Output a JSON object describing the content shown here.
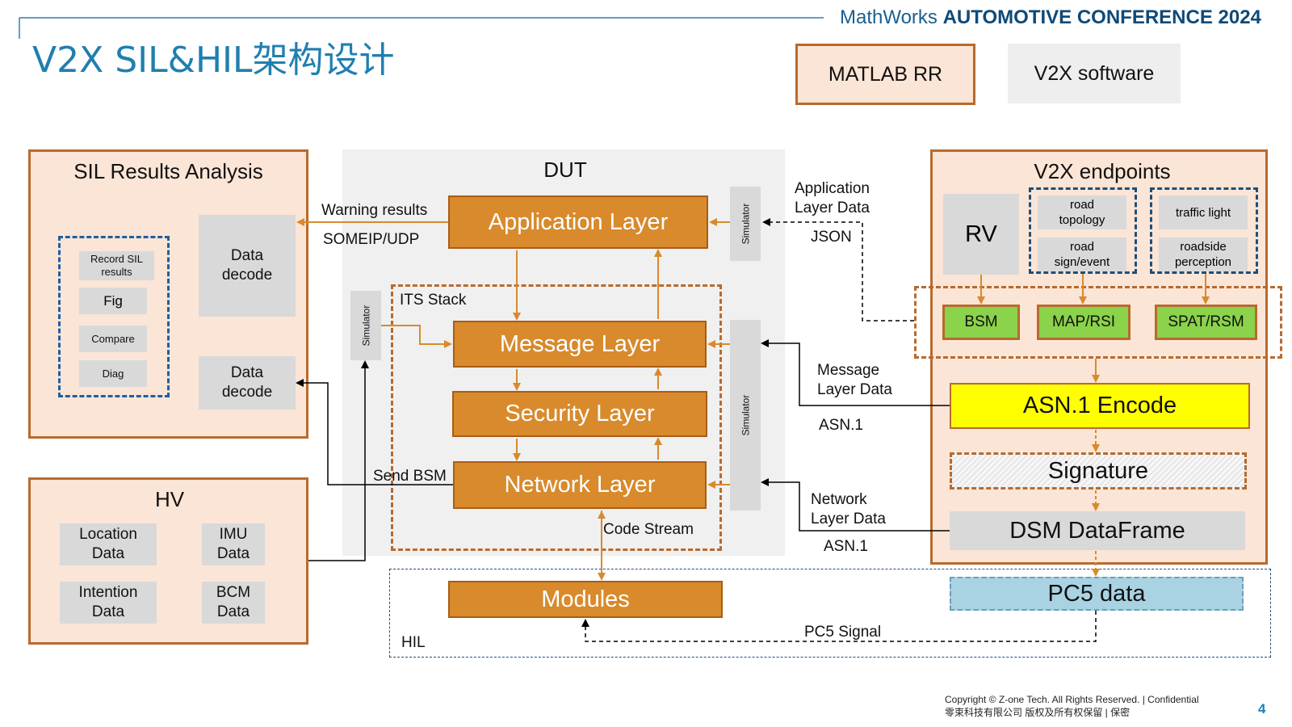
{
  "slide": {
    "title": "V2X SIL&HIL架构设计",
    "brand_prefix": "MathWorks",
    "brand_bold": "AUTOMOTIVE CONFERENCE 2024",
    "page_number": "4",
    "copyright_line1": "Copyright © Z-one Tech. All Rights Reserved. | Confidential",
    "copyright_line2": "零束科技有限公司 版权及所有权保留 | 保密"
  },
  "legend": {
    "matlab_rr": "MATLAB RR",
    "v2x_software": "V2X software"
  },
  "sil": {
    "title": "SIL Results Analysis",
    "items": [
      "Record SIL results",
      "Fig",
      "Compare",
      "Diag"
    ],
    "decode1": "Data decode",
    "decode2": "Data decode"
  },
  "hv": {
    "title": "HV",
    "items": [
      "Location Data",
      "IMU Data",
      "Intention Data",
      "BCM Data"
    ]
  },
  "dut": {
    "title": "DUT",
    "its_stack": "ITS Stack",
    "simulator": "Simulator",
    "application_layer": "Application Layer",
    "message_layer": "Message Layer",
    "security_layer": "Security Layer",
    "network_layer": "Network Layer"
  },
  "hil": {
    "label": "HIL",
    "modules": "Modules",
    "pc5_data": "PC5 data"
  },
  "v2x": {
    "title": "V2X endpoints",
    "rv": "RV",
    "road_topology": "road topology",
    "road_sign_event": "road sign/event",
    "traffic_light": "traffic light",
    "roadside_perception": "roadside perception",
    "bsm": "BSM",
    "map_rsi": "MAP/RSI",
    "spat_rsm": "SPAT/RSM",
    "asn_encode": "ASN.1 Encode",
    "signature": "Signature",
    "dsm_dataframe": "DSM DataFrame"
  },
  "labels": {
    "warning_results": "Warning results",
    "someip_udp": "SOMEIP/UDP",
    "app_layer_data": "Application Layer Data",
    "json": "JSON",
    "message_layer_data": "Message Layer Data",
    "asn1_a": "ASN.1",
    "network_layer_data": "Network Layer Data",
    "asn1_b": "ASN.1",
    "send_bsm": "Send BSM",
    "code_stream": "Code Stream",
    "pc5_signal": "PC5 Signal"
  },
  "colors": {
    "title_blue": "#1f7fb0",
    "peach": "#fbe5d6",
    "orange": "#d88a2c",
    "border_brown": "#b86a2e",
    "green": "#8ad34a",
    "yellow": "#ffff00",
    "pc5_blue": "#a9d3e3",
    "dark_blue_dash": "#1f4e79"
  }
}
